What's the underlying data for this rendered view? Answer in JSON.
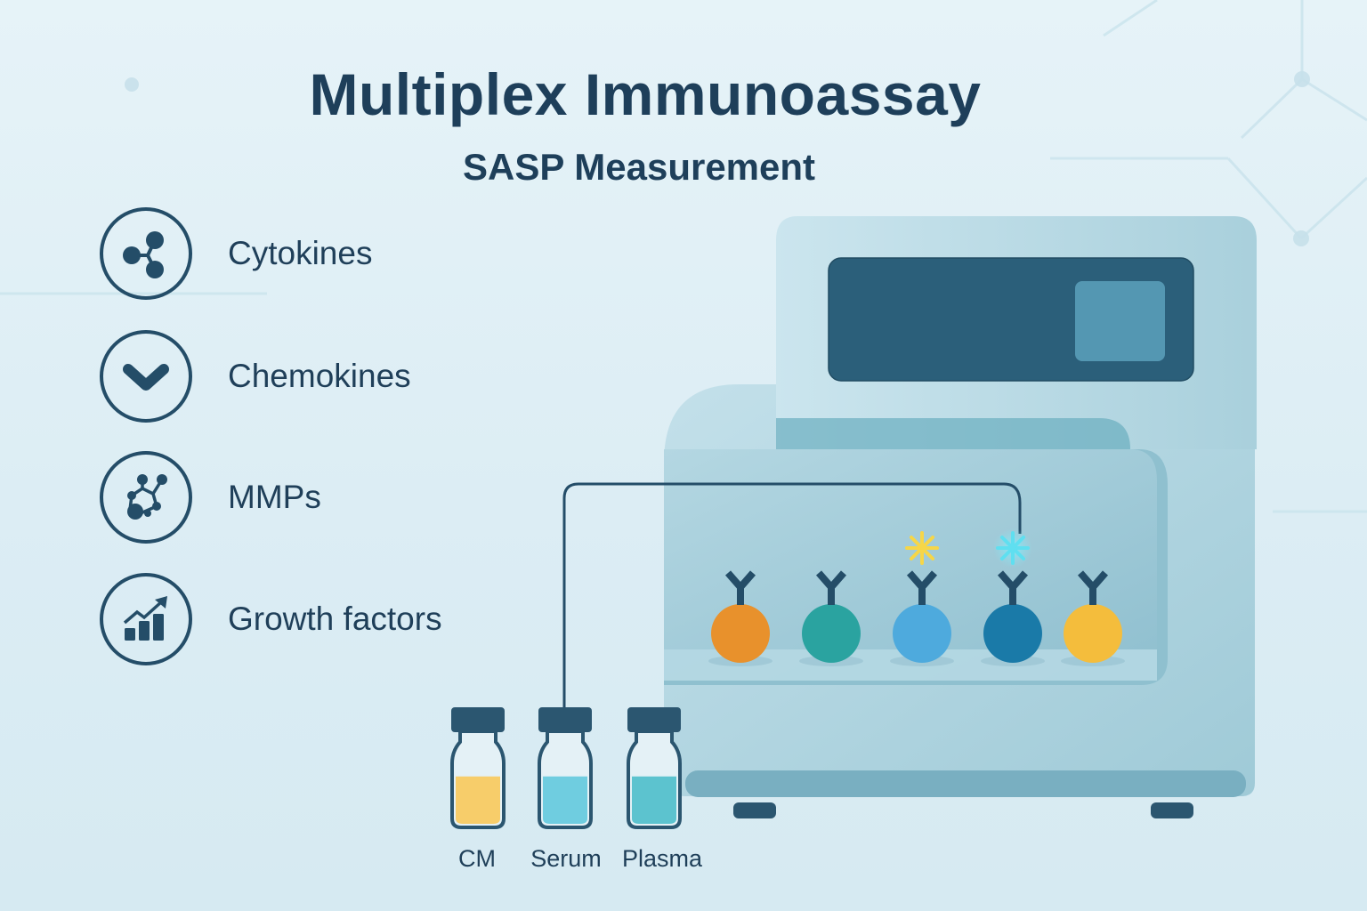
{
  "header": {
    "title": "Multiplex Immunoassay",
    "subtitle": "SASP Measurement"
  },
  "categories": [
    {
      "label": "Cytokines",
      "icon": "molecule-branch-icon"
    },
    {
      "label": "Chemokines",
      "icon": "chevron-down-icon"
    },
    {
      "label": "MMPs",
      "icon": "molecule-ring-icon"
    },
    {
      "label": "Growth factors",
      "icon": "growth-chart-icon"
    }
  ],
  "samples": [
    {
      "label": "CM",
      "fill_color": "#f7cd6a",
      "fill_level": 0.6
    },
    {
      "label": "Serum",
      "fill_color": "#6fcde0",
      "fill_level": 0.6
    },
    {
      "label": "Plasma",
      "fill_color": "#5cc3cf",
      "fill_level": 0.6
    }
  ],
  "beads": [
    {
      "color": "#e8912c",
      "signal": null
    },
    {
      "color": "#2aa3a0",
      "signal": null
    },
    {
      "color": "#4eaadd",
      "signal": "#f6d648"
    },
    {
      "color": "#1a7aa8",
      "signal": "#5fdff0"
    },
    {
      "color": "#f4bd3c",
      "signal": null
    }
  ],
  "colors": {
    "ink": "#1e3f5a",
    "machine_light": "#bcdbe5",
    "machine_mid": "#9fcad6",
    "display": "#2b5f7a",
    "display_button": "#5497b2"
  }
}
